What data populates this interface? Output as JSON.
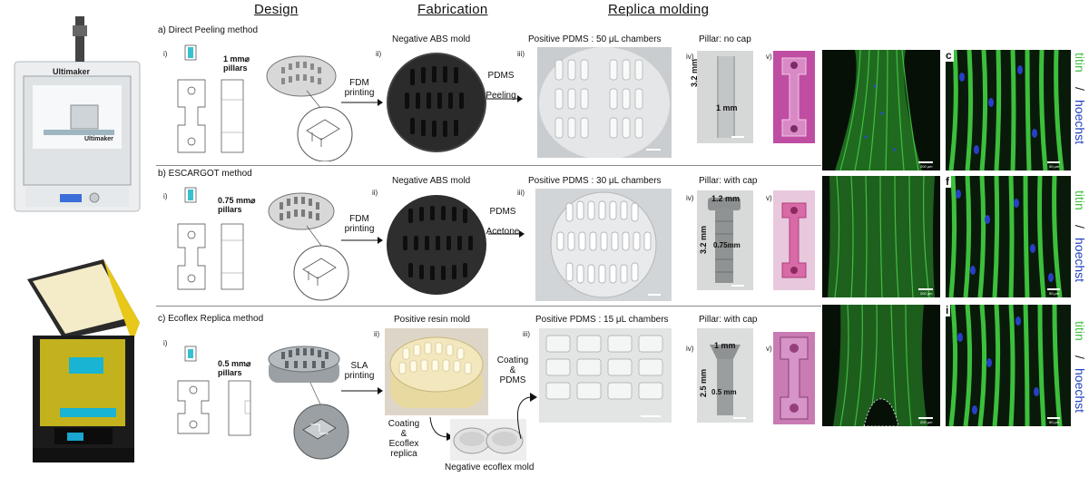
{
  "headers": {
    "design": "Design",
    "fabrication": "Fabrication",
    "replica": "Replica molding"
  },
  "rows": [
    {
      "title": "a) Direct Peeling method",
      "pillar_text": "1 mm⌀\npillars",
      "arrow1": "FDM\nprinting",
      "mold_label": "Negative ABS mold",
      "arrow2": "PDMS\n\nPeeling",
      "chamber_label": "Positive PDMS : 50 μL chambers",
      "pillar_title": "Pillar: no cap",
      "dims": [
        "3.2 mm",
        "1 mm"
      ],
      "row_label_a": "titin",
      "row_label_b": "hoechst",
      "letter": "c"
    },
    {
      "title": "b) ESCARGOT method",
      "pillar_text": "0.75 mm⌀\npillars",
      "arrow1": "FDM\nprinting",
      "mold_label": "Negative ABS mold",
      "arrow2": "PDMS\n\nAcetone",
      "chamber_label": "Positive PDMS : 30 μL chambers",
      "pillar_title": "Pillar: with cap",
      "dims": [
        "1.2 mm",
        "3.2 mm",
        "0.75mm"
      ],
      "row_label_a": "titin",
      "row_label_b": "hoechst",
      "letter": "f"
    },
    {
      "title": "c) Ecoflex Replica method",
      "pillar_text": "0.5 mm⌀\npillars",
      "arrow1": "SLA\nprinting",
      "mold_label": "Positive resin mold",
      "arrow2": "Coating\n&\nPDMS",
      "chamber_label": "Positive PDMS : 15 μL chambers",
      "pillar_title": "Pillar: with cap",
      "dims": [
        "1 mm",
        "2.5 mm",
        "0.5 mm"
      ],
      "row_label_a": "titin",
      "row_label_b": "hoechst",
      "letter": "i",
      "coating_text": "Coating\n&\nEcoflex\nreplica",
      "ecoflex_label": "Negative ecoflex mold"
    }
  ],
  "roman": [
    "i)",
    "ii)",
    "iii)",
    "iv)",
    "v)"
  ],
  "printer_brand": "Ultimaker",
  "scale_labels": [
    "200 μm",
    "50 μm"
  ],
  "colors": {
    "titin": "#3fbf3f",
    "hoechst": "#1f3fbf",
    "fluor_bg": "#061006",
    "fiber": "#38b838"
  }
}
